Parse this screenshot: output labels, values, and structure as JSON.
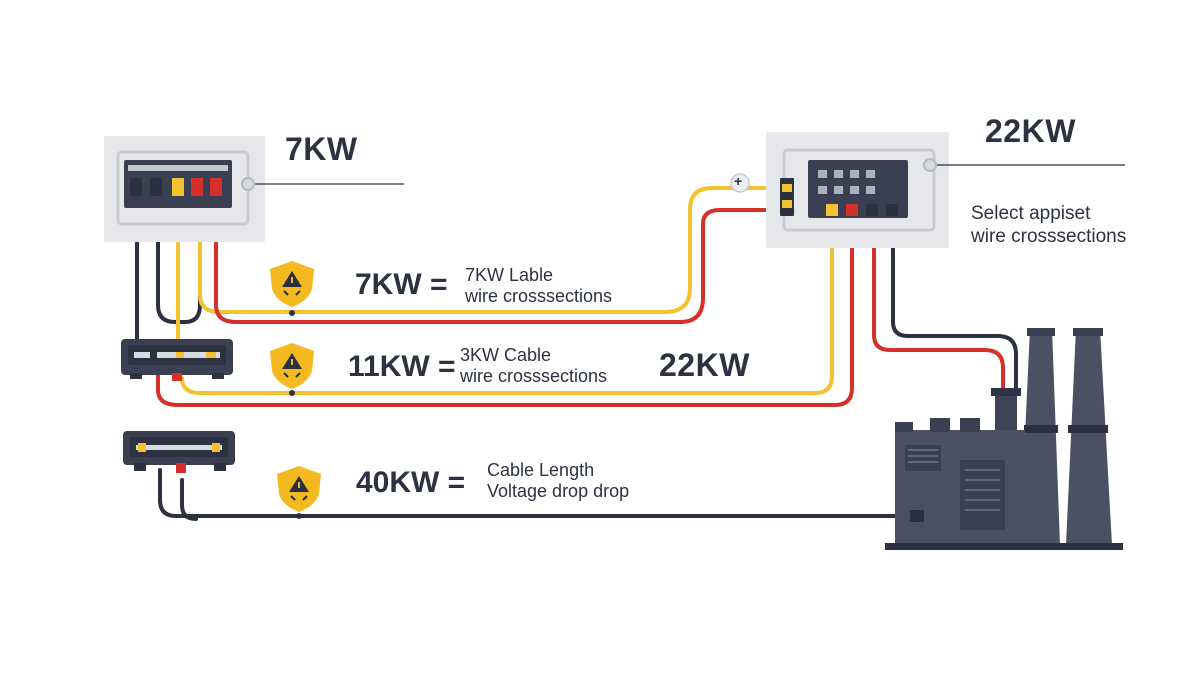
{
  "panel_left": {
    "title": "7KW"
  },
  "panel_right": {
    "title": "22KW",
    "plus_sign": "+",
    "note_line1": "Select appiset",
    "note_line2": "wire crosssections"
  },
  "rows": [
    {
      "power": "7KW =",
      "line1": "7KW Lable",
      "line2": "wire crosssections"
    },
    {
      "power": "11KW =",
      "line1": "3KW Cable",
      "line2": "wire crosssections",
      "extra": "22KW"
    },
    {
      "power": "40KW =",
      "line1": "Cable Length",
      "line2": "Voltage drop drop"
    }
  ],
  "colors": {
    "dark_wire": "#2b3140",
    "yellow_wire": "#f2c230",
    "red_wire": "#d6302a",
    "panel_frame": "#e6e7ea",
    "device": "#3a3f52",
    "factory": "#4a5163",
    "shield": "#f4b820"
  },
  "icons": [
    "warning-shield-icon",
    "breaker-panel-icon",
    "junction-box-icon",
    "factory-icon"
  ]
}
